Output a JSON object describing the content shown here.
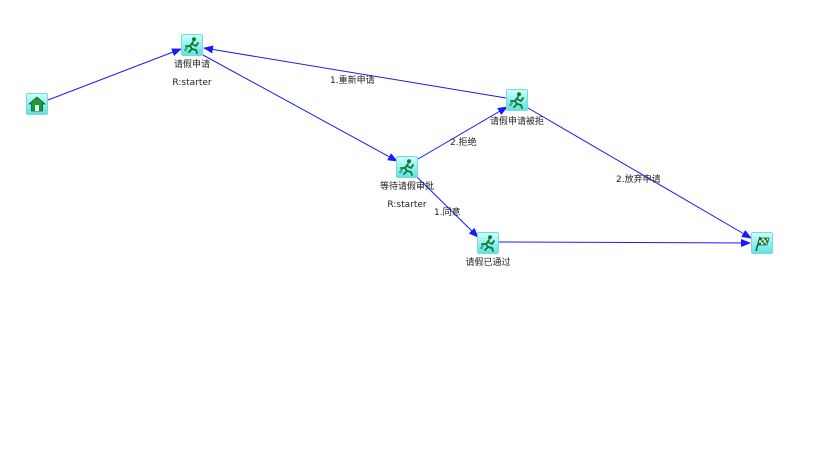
{
  "nodes": {
    "start": {
      "icon": "home-icon"
    },
    "apply": {
      "label": "请假申请",
      "role": "R:starter",
      "icon": "running-person-icon"
    },
    "wait": {
      "label": "等待请假审批",
      "role": "R:starter",
      "icon": "running-person-icon"
    },
    "rejected": {
      "label": "请假申请被拒",
      "icon": "running-person-icon"
    },
    "approved": {
      "label": "请假已通过",
      "icon": "running-person-icon"
    },
    "end": {
      "icon": "checkered-flag-icon"
    }
  },
  "edges": {
    "reapply": "1.重新申请",
    "reject": "2.拒绝",
    "agree": "1.同意",
    "abandon": "2.放弃申请"
  },
  "colors": {
    "edge": "#1a1aff",
    "node_top": "#c8ffff",
    "node_bottom": "#5fe3e3"
  }
}
